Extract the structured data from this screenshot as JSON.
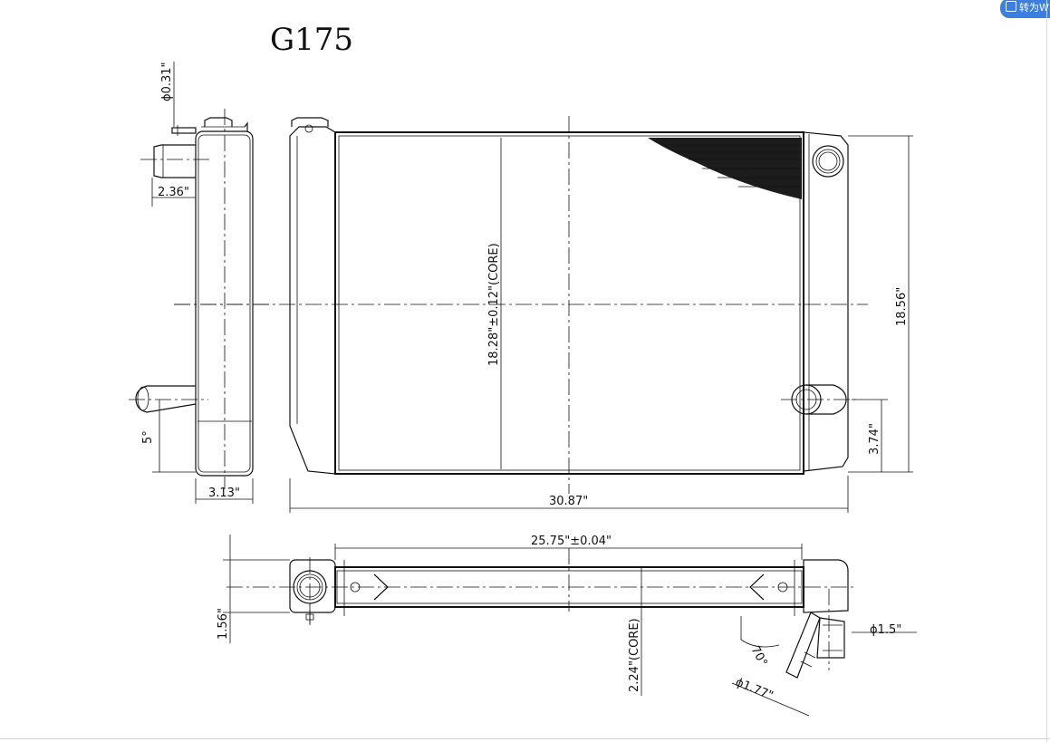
{
  "toolbar": {
    "translate_label": "转为W",
    "translate_icon": "document-convert-icon",
    "accent": "#3b7fe0"
  },
  "drawing": {
    "title": "G175",
    "dims": {
      "inlet_dia": "ϕ0.31\"",
      "neck_offset": "2.36\"",
      "outlet_angle": "5°",
      "side_depth": "3.13\"",
      "core_height": "18.28\"±0.12\"(CORE)",
      "overall_height": "18.56\"",
      "outlet_offset": "3.74\"",
      "overall_width": "30.87\"",
      "core_width": "25.75\"±0.04\"",
      "tank_height": "1.56\"",
      "core_depth": "2.24\"(CORE)",
      "pipe_angle": "70°",
      "pipe_dia": "ϕ1.77\"",
      "small_pipe_dia": "ϕ1.5\""
    }
  }
}
